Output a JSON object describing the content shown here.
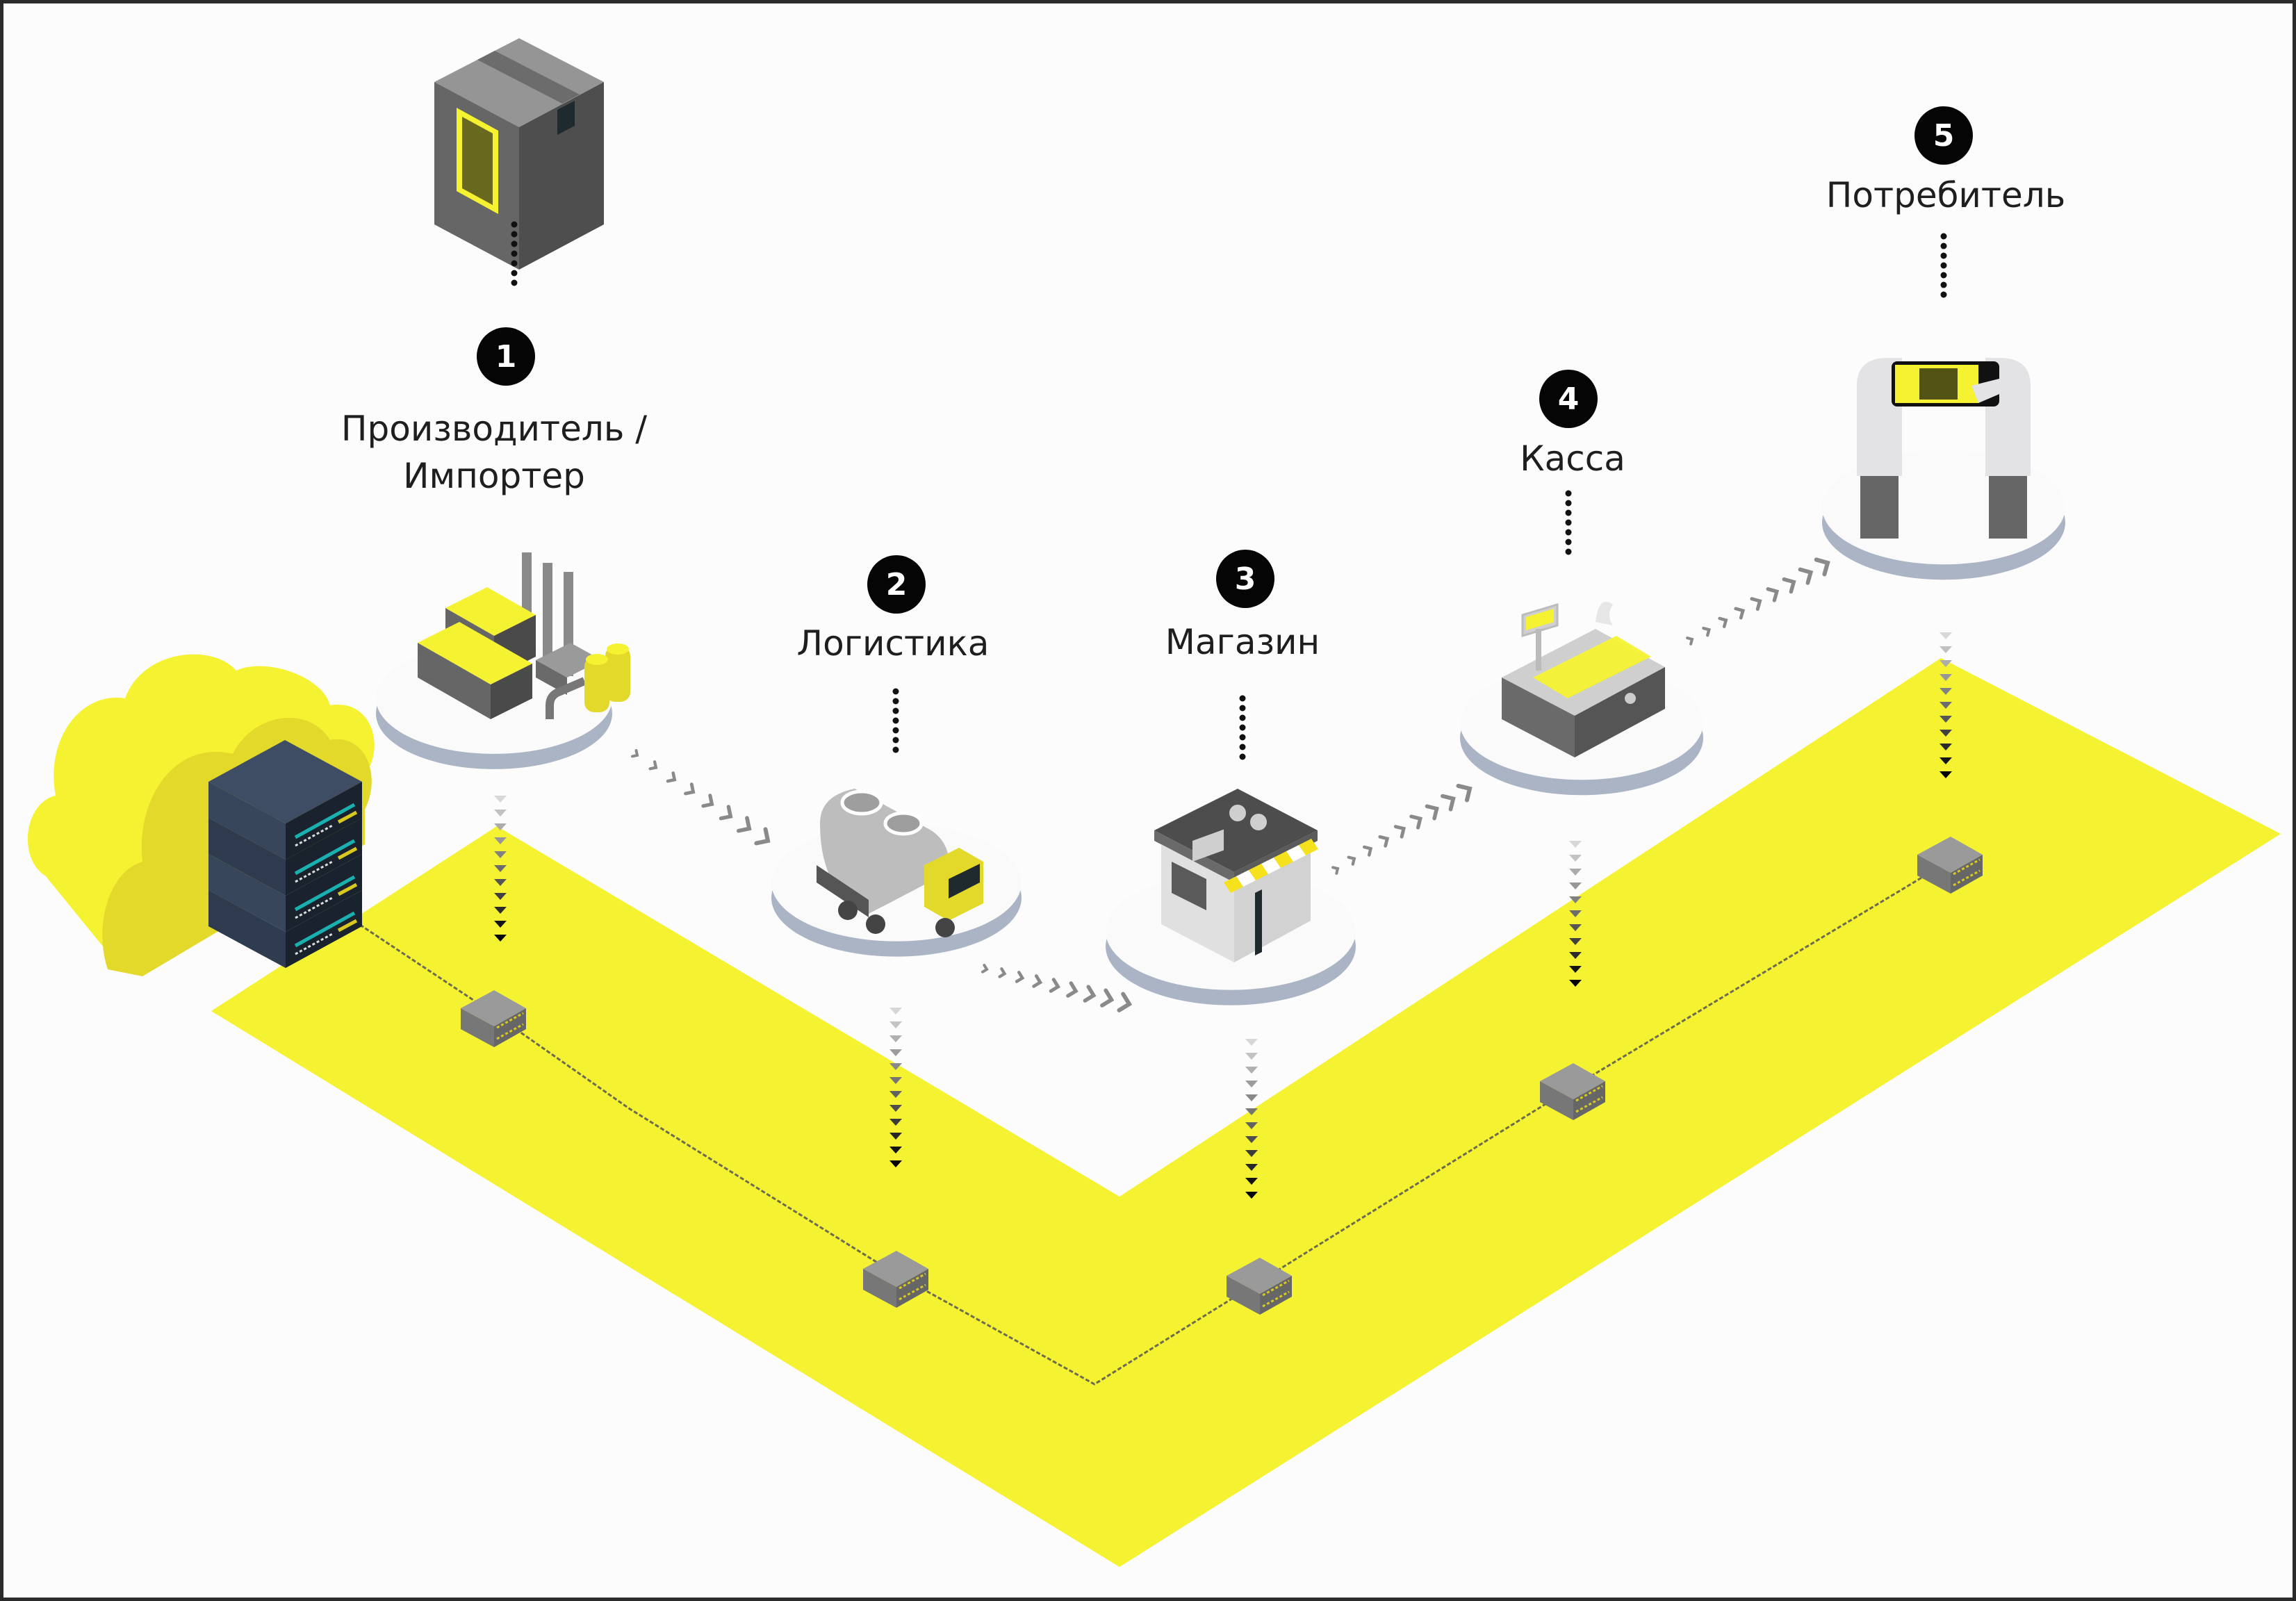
{
  "diagram": {
    "title": "Product labeling supply chain",
    "colors": {
      "accent_yellow": "#f5f231",
      "yellow_shade": "#e3d92a",
      "dark_grey": "#4d4d4d",
      "mid_grey": "#6a6a6a",
      "light_grey": "#9a9a9a",
      "platform_shadow": "#aab4c4",
      "server_navy": "#3c4a60",
      "server_led": "#1bb0b0",
      "badge_black": "#050505",
      "background": "#fcfcfc"
    },
    "product_icon": "qr-coded-box-icon",
    "cloud_icon": "cloud-server-icon",
    "stages": [
      {
        "number": "1",
        "label_lines": [
          "Производитель /",
          "Импортер"
        ],
        "icon": "factory-icon"
      },
      {
        "number": "2",
        "label_lines": [
          "Логистика"
        ],
        "icon": "tanker-truck-icon"
      },
      {
        "number": "3",
        "label_lines": [
          "Магазин"
        ],
        "icon": "store-icon"
      },
      {
        "number": "4",
        "label_lines": [
          "Касса"
        ],
        "icon": "cash-register-icon"
      },
      {
        "number": "5",
        "label_lines": [
          "Потребитель"
        ],
        "icon": "phone-scan-icon"
      }
    ],
    "flow": "stage 1 → stage 2 → stage 3 → stage 4 → stage 5",
    "network_nodes": 5
  }
}
